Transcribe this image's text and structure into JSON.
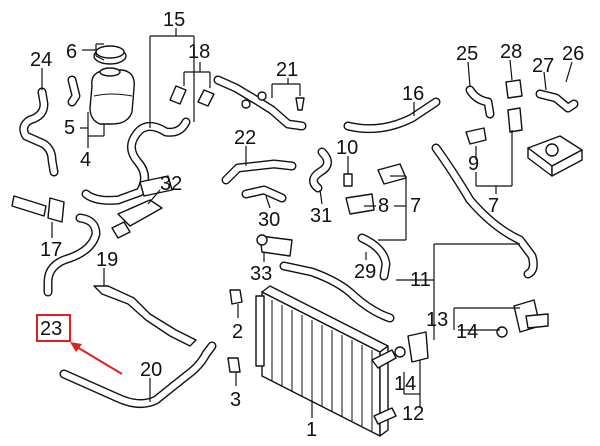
{
  "callouts": {
    "c1": "1",
    "c2": "2",
    "c3": "3",
    "c4": "4",
    "c5": "5",
    "c6": "6",
    "c7a": "7",
    "c7b": "7",
    "c8": "8",
    "c9": "9",
    "c10": "10",
    "c11": "11",
    "c12": "12",
    "c13": "13",
    "c14a": "14",
    "c14b": "14",
    "c15": "15",
    "c16": "16",
    "c17": "17",
    "c18": "18",
    "c19": "19",
    "c20": "20",
    "c21": "21",
    "c22": "22",
    "c23": "23",
    "c24": "24",
    "c25": "25",
    "c26": "26",
    "c27": "27",
    "c28": "28",
    "c29": "29",
    "c30": "30",
    "c31": "31",
    "c32": "32",
    "c33": "33"
  },
  "highlight": {
    "part": "23",
    "color": "#e02020"
  },
  "colors": {
    "ink": "#111111",
    "background": "#ffffff"
  }
}
